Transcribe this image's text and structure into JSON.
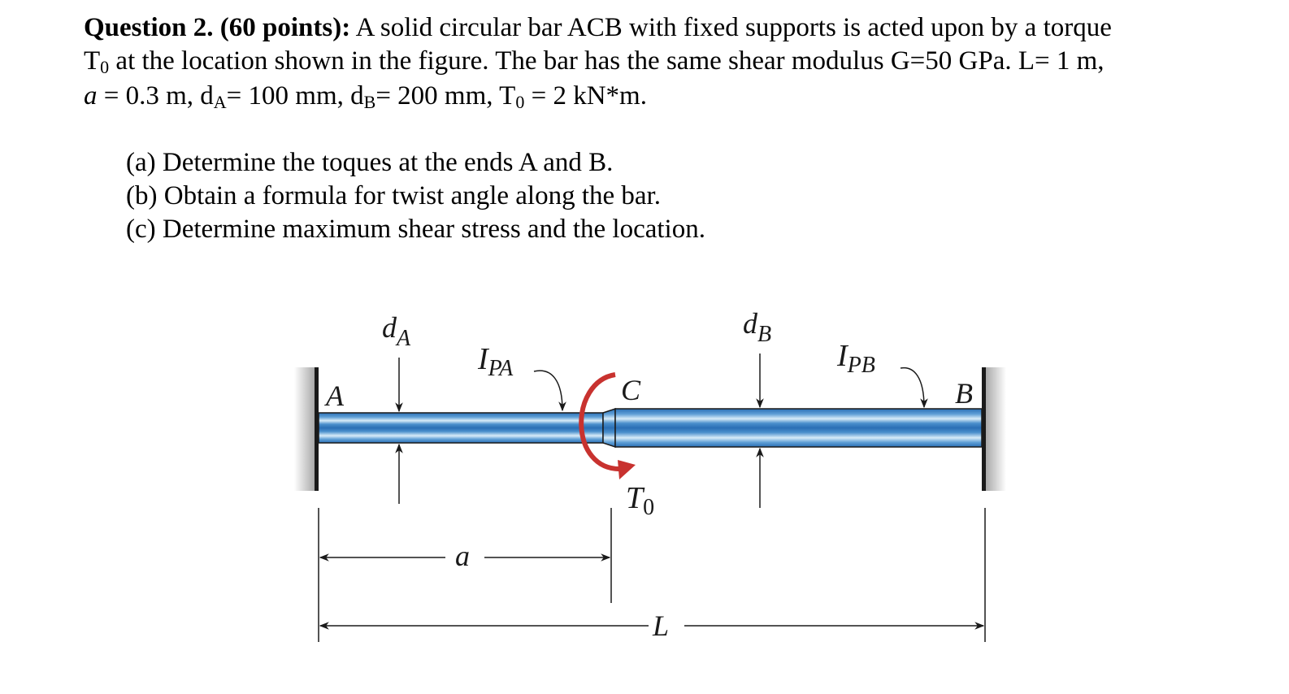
{
  "problem": {
    "heading": "Question 2. (60 points):",
    "line1_rest": " A solid circular bar ACB with fixed supports is acted upon by a torque",
    "line2_T": "T",
    "line2_T_sub": "0",
    "line2_rest": " at the location shown in the figure. The bar has the same shear modulus G=50 GPa. L= 1 m,",
    "line3": {
      "a_var": "a",
      "a_val": " = 0.3 m, d",
      "dA_sub": "A",
      "dA_val": "= 100 mm, d",
      "dB_sub": "B",
      "dB_val": "= 200 mm, T",
      "T0_sub": "0",
      "T0_val": " = 2 kN*m."
    }
  },
  "parts": [
    {
      "label": "(a)",
      "text": " Determine the toques at the ends A and B."
    },
    {
      "label": "(b)",
      "text": " Obtain a formula for twist angle along the bar."
    },
    {
      "label": "(c)",
      "text": " Determine maximum shear stress and the location."
    }
  ],
  "given": {
    "G": "50 GPa",
    "L": "1 m",
    "a": "0.3 m",
    "dA": "100 mm",
    "dB": "200 mm",
    "T0": "2 kN*m"
  },
  "figure": {
    "label_A": "A",
    "label_B": "B",
    "label_C": "C",
    "label_dA_main": "d",
    "label_dA_sub": "A",
    "label_dB_main": "d",
    "label_dB_sub": "B",
    "label_IPA_main": "I",
    "label_IPA_sub": "PA",
    "label_IPB_main": "I",
    "label_IPB_sub": "PB",
    "label_T0_main": "T",
    "label_T0_sub": "0",
    "label_a": "a",
    "label_L": "L",
    "colors": {
      "bar_dark": "#2a6fb5",
      "bar_light": "#d8ecf8",
      "torque_arrow": "#c8322f",
      "wall": "#1a1a1a",
      "wall_shade": "#c9c9c9",
      "label_text": "#1a1a1a"
    }
  }
}
